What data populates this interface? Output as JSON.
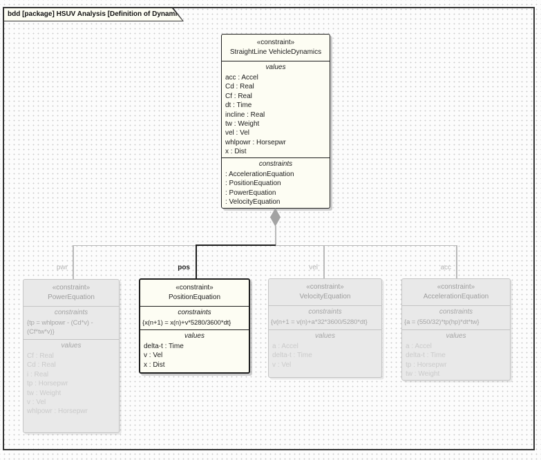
{
  "frame": {
    "tab_label": "bdd [package] HSUV Analysis [Definition of Dynamics]"
  },
  "labels": {
    "values": "values",
    "constraints": "constraints"
  },
  "blocks": {
    "parent": {
      "stereotype": "«constraint»",
      "name": "StraightLine VehicleDynamics",
      "values": [
        "acc : Accel",
        "Cd : Real",
        "Cf : Real",
        "dt : Time",
        "incline : Real",
        "tw : Weight",
        "vel : Vel",
        "whlpowr : Horsepwr",
        "x : Dist"
      ],
      "constraints": [
        ": AccelerationEquation",
        ": PositionEquation",
        ": PowerEquation",
        ": VelocityEquation"
      ]
    },
    "power": {
      "stereotype": "«constraint»",
      "name": "PowerEquation",
      "equation_lines": [
        "{tp = whlpowr - (Cd*v) -",
        "(Cf*tw*v)}"
      ],
      "values": [
        "Cf : Real",
        "Cd : Real",
        "i : Real",
        "tp : Horsepwr",
        "tw : Weight",
        "v : Vel",
        "whlpowr : Horsepwr"
      ]
    },
    "position": {
      "stereotype": "«constraint»",
      "name": "PositionEquation",
      "equation_lines": [
        "{x(n+1) = x(n)+v*5280/3600*dt}"
      ],
      "values": [
        "delta-t : Time",
        "v : Vel",
        "x : Dist"
      ]
    },
    "velocity": {
      "stereotype": "«constraint»",
      "name": "VelocityEquation",
      "equation_lines": [
        "{v(n+1 = v(n)+a*32*3600/5280*dt}"
      ],
      "values": [
        "a : Accel",
        "delta-t : Time",
        "v : Vel"
      ]
    },
    "acceleration": {
      "stereotype": "«constraint»",
      "name": "AccelerationEquation",
      "equation_lines": [
        "{a = (550/32)*tp(hp)*dt*tw}"
      ],
      "values": [
        "a : Accel",
        "delta-t : Time",
        "tp : Horsepwr",
        "tw : Weight"
      ]
    }
  },
  "connectors": {
    "pwr": "pwr",
    "pos": "pos",
    "vel": "vel",
    "acc": "acc"
  },
  "colors": {
    "block_fill": "#fdfdf3",
    "dimmed_fill": "#e9e9e9",
    "dimmed_text": "#9c9c9c",
    "faint_text": "#cacaca",
    "line_gray": "#b8b8b8",
    "line_black": "#1c1c1c"
  }
}
